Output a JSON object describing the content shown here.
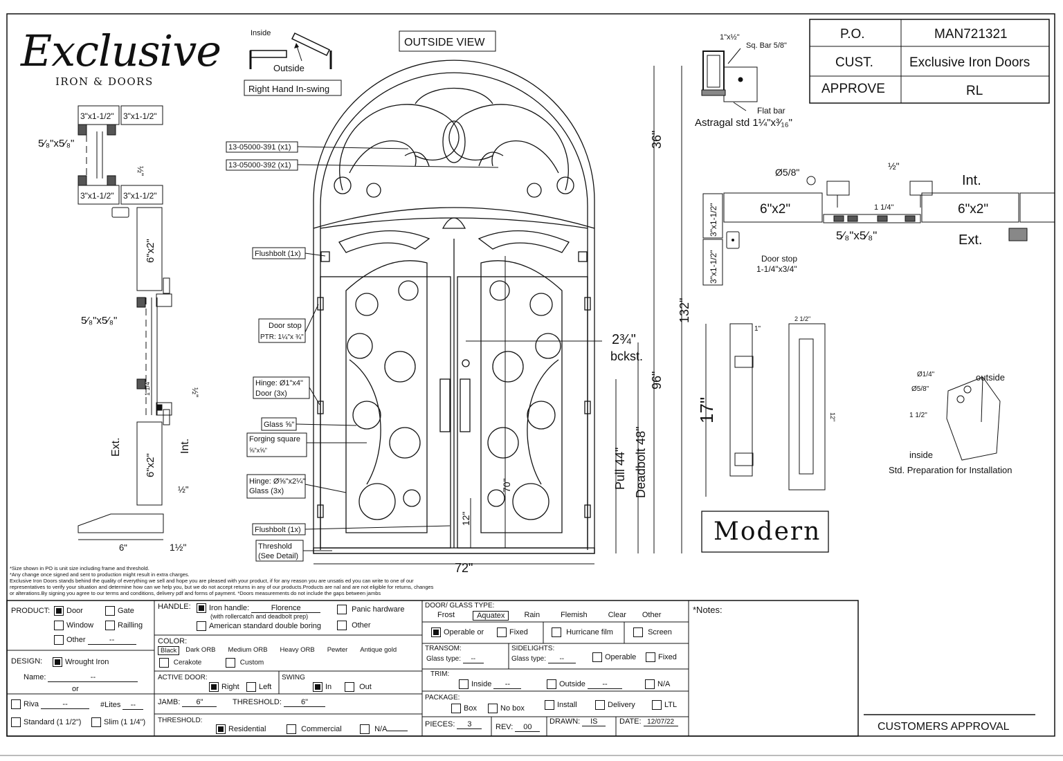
{
  "brand": {
    "word": "Exclusive",
    "sub": "IRON & DOORS"
  },
  "po_table": [
    {
      "key": "P.O.",
      "value": "MAN721321"
    },
    {
      "key": "CUST.",
      "value": "Exclusive Iron Doors"
    },
    {
      "key": "APPROVE",
      "value": "RL"
    }
  ],
  "swing": {
    "inside": "Inside",
    "outside": "Outside",
    "hand": "Right Hand In-swing"
  },
  "outside_view": "OUTSIDE VIEW",
  "style_name": "Modern",
  "left_section": {
    "tube_a": "3\"x1-1/2\"",
    "tube_b": "3\"x1-1/2\"",
    "tube_c": "3\"x1-1/2\"",
    "tube_d": "3\"x1-1/2\"",
    "forging": "5⁄₈\"x5⁄₈\"",
    "forging2": "5⁄₈\"x5⁄₈\"",
    "half_a": "½\"",
    "half_b": "½\"",
    "frame_top": "6\"x2\"",
    "frame_bot": "6\"x2\"",
    "dim_114": "1 1/4\"",
    "ext": "Ext.",
    "int": "Int.",
    "threshold_w": "6\"",
    "threshold_h": "1½\"",
    "half_c": "½\""
  },
  "door_labels": {
    "part1": "13-05000-391 (x1)",
    "part2": "13-05000-392 (x1)",
    "flushbolt_top": "Flushbolt (1x)",
    "doorstop1": "Door stop",
    "doorstop2": "PTR: 1¼\"x ¾\"",
    "hinge1a": "Hinge: Ø1\"x4\"",
    "hinge1b": "Door (3x)",
    "glass": "Glass ⅝\"",
    "forging_a": "Forging square",
    "forging_b": "⅝\"x⅝\"",
    "hinge2a": "Hinge: Ø⅝\"x2¼\"",
    "hinge2b": "Glass (3x)",
    "flushbolt_bot": "Flushbolt (1x)",
    "threshold_a": "Threshold",
    "threshold_b": "(See Detail)"
  },
  "dims": {
    "d36": "36\"",
    "d96": "96\"",
    "d132": "132\"",
    "d72": "72\"",
    "backset_a": "2¾\"",
    "backset_b": "bckst.",
    "pull": "Pull 44\"",
    "deadbolt": "Deadbolt 48\"",
    "d70": "70\"",
    "d12": "12\""
  },
  "astragal": {
    "a": "1\"x½\"",
    "b": "Sq. Bar 5/8\"",
    "c": "Flat bar",
    "d": "Astragal std 1¼\"x³⁄₁₆\""
  },
  "plan": {
    "dia": "Ø5/8\"",
    "half": "½\"",
    "int": "Int.",
    "ext": "Ext.",
    "frame_l": "6\"x2\"",
    "frame_r": "6\"x2\"",
    "gap": "1 1/4\"",
    "forge": "5⁄₈\"x5⁄₈\"",
    "tube_a": "3\"x1-1/2\"",
    "tube_b": "3\"x1-1/2\"",
    "stop_a": "Door stop",
    "stop_b": "1-1/4\"x3/4\""
  },
  "handle_detail": {
    "h17": "17\"",
    "one": "1\"",
    "w212": "2 1/2\"",
    "h12": "12\""
  },
  "install": {
    "d14": "Ø1/4\"",
    "d58": "Ø5/8\"",
    "d112": "1 1/2\"",
    "outside": "outside",
    "inside": "inside",
    "caption": "Std. Preparation for Installation"
  },
  "disclaimer": [
    "*Size shown in PO is unit size including frame and threshold.",
    "*Any change once signed and sent to production might result in extra charges.",
    "Exclusive Iron Doors stands behind the quality of everything we sell and hope you are pleased with your product, if for any reason you are unsatis    ed you can write to one of our",
    "representatives to verify your situation and determine how can we help you, but we do not accept returns in any of our products.Products are    nal and are not eligible for returns, changes",
    "or alterations.By signing you agree to our terms and conditions, delivery pdf and forms of payment. *Doors measurements do not include the gaps between jambs"
  ],
  "form": {
    "product_label": "PRODUCT:",
    "door": "Door",
    "gate": "Gate",
    "window": "Window",
    "railing": "Railling",
    "other": "Other",
    "other_val": "--",
    "design_label": "DESIGN:",
    "wrought": "Wrought Iron",
    "name_label": "Name:",
    "name_val": "--",
    "or": "or",
    "riva": "Riva",
    "riva_val": "--",
    "lites": "#Lites",
    "lites_val": "--",
    "standard": "Standard (1 1/2\")",
    "slim": "Slim (1 1/4\")",
    "handle_label": "HANDLE:",
    "iron_handle": "Iron handle:",
    "handle_val": "Florence",
    "handle_note": "(with rollercatch and deadbolt prep)",
    "american": "American standard double boring",
    "panic": "Panic hardware",
    "h_other": "Other",
    "color_label": "COLOR:",
    "colors": [
      "Black",
      "Dark ORB",
      "Medium ORB",
      "Heavy ORB",
      "Pewter",
      "Antique gold"
    ],
    "cerakote": "Cerakote",
    "custom": "Custom",
    "active_label": "ACTIVE DOOR:",
    "right": "Right",
    "left": "Left",
    "swing_label": "SWING",
    "in": "In",
    "out": "Out",
    "jamb_label": "JAMB:",
    "jamb_val": "6\"",
    "threshold_label": "THRESHOLD:",
    "threshold_val": "6\"",
    "thr2_label": "THRESHOLD:",
    "residential": "Residential",
    "commercial": "Commercial",
    "na": "N/A",
    "glass_label": "DOOR/ GLASS TYPE:",
    "glass_types": [
      "Frost",
      "Aquatex",
      "Rain",
      "Flemish",
      "Clear",
      "Other"
    ],
    "operable": "Operable",
    "or2": "or",
    "fixed": "Fixed",
    "hurricane": "Hurricane film",
    "screen": "Screen",
    "transom_label": "TRANSOM:",
    "transom_glass": "Glass type:",
    "transom_val": "--",
    "side_label": "SIDELIGHTS:",
    "side_glass": "Glass type:",
    "side_val": "--",
    "side_operable": "Operable",
    "side_fixed": "Fixed",
    "trim_label": "TRIM:",
    "trim_inside": "Inside",
    "trim_inside_val": "--",
    "trim_outside": "Outside",
    "trim_outside_val": "--",
    "trim_na": "N/A",
    "package_label": "PACKAGE:",
    "box": "Box",
    "nobox": "No box",
    "install": "Install",
    "delivery": "Delivery",
    "ltl": "LTL",
    "pieces_label": "PIECES:",
    "pieces_val": "3",
    "rev_label": "REV:",
    "rev_val": "00",
    "drawn_label": "DRAWN:",
    "drawn_val": "IS",
    "date_label": "DATE:",
    "date_val": "12/07/22",
    "notes_label": "*Notes:",
    "approval": "CUSTOMERS APPROVAL"
  }
}
